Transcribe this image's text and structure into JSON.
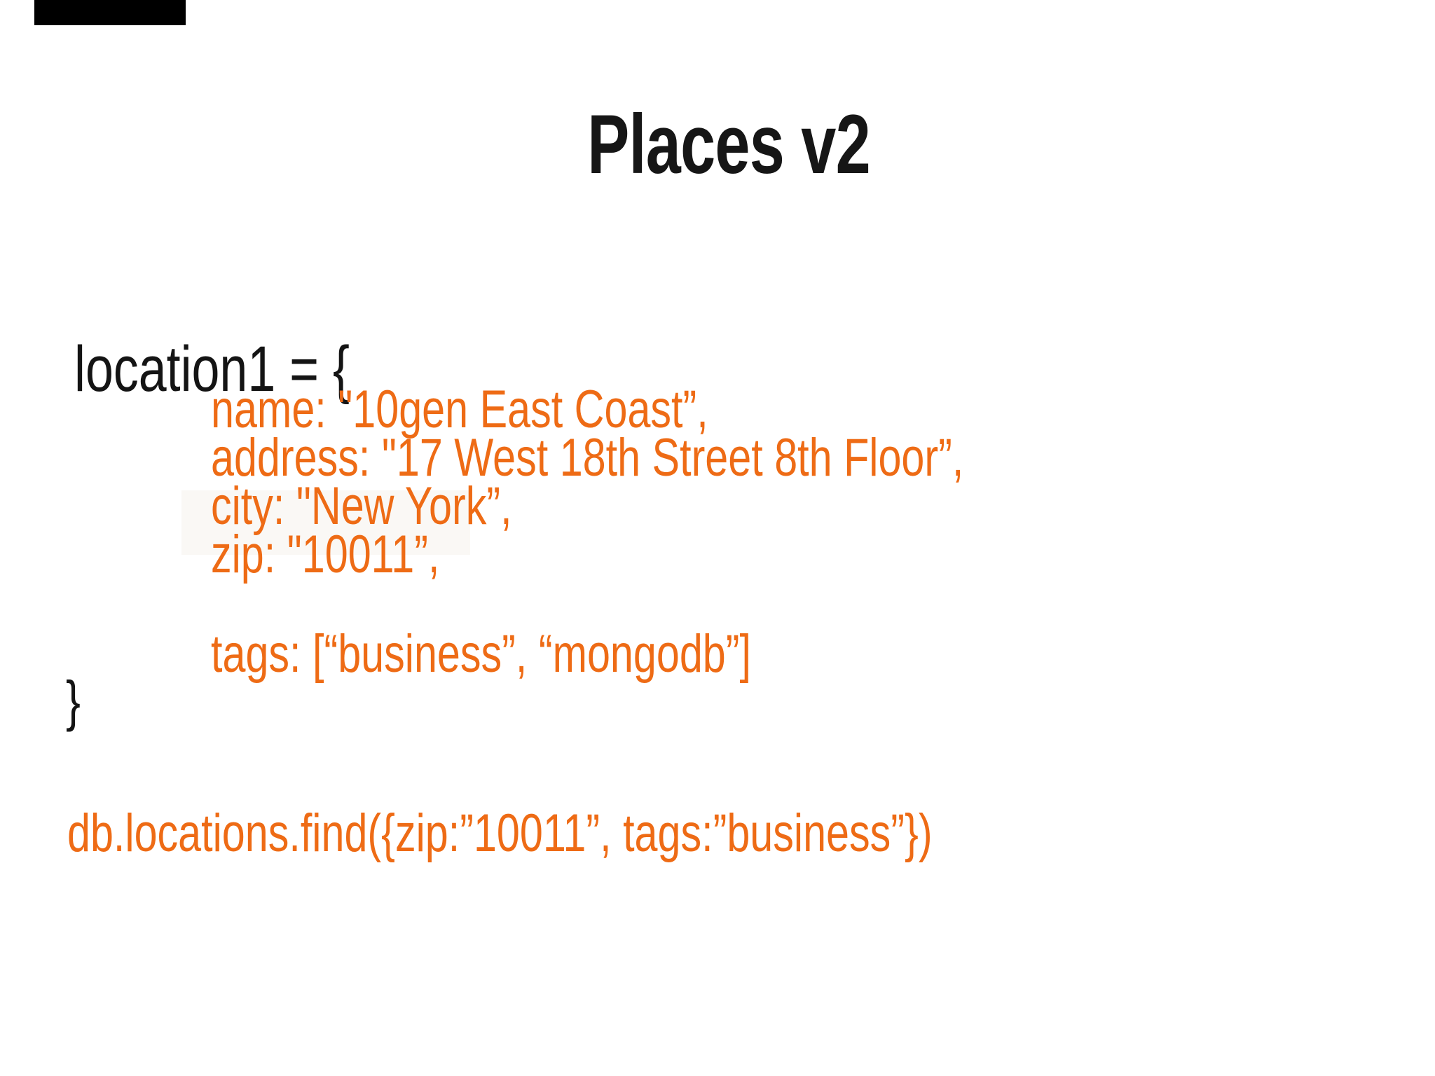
{
  "slide": {
    "title": "Places v2",
    "code_block": {
      "opening": "location1 = {",
      "fields": [
        "name: \"10gen East Coast”,",
        "address: \"17 West 18th Street 8th Floor”,",
        "city: \"New York”,",
        "zip: \"10011”,"
      ],
      "tags_line": "tags: [“business”, “mongodb”]",
      "closing": "}"
    },
    "query_line": "db.locations.find({zip:”10011”, tags:”business”})",
    "colors": {
      "code_orange": "#ee6b15",
      "code_black": "#141414",
      "background": "#ffffff",
      "artifact_black": "#000000"
    }
  }
}
